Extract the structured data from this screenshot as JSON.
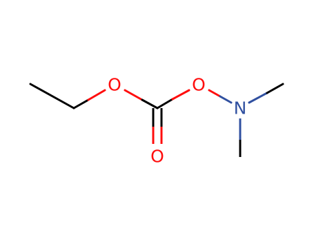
{
  "molecule": {
    "atoms": [
      {
        "id": "o1",
        "symbol": "O",
        "element": "oxygen"
      },
      {
        "id": "o2",
        "symbol": "O",
        "element": "oxygen"
      },
      {
        "id": "o3",
        "symbol": "O",
        "element": "oxygen"
      },
      {
        "id": "n1",
        "symbol": "N",
        "element": "nitrogen"
      }
    ],
    "colors": {
      "carbon": "#000000",
      "oxygen": "#ff0d0d",
      "nitrogen": "#3050a0",
      "background": "#ffffff"
    }
  }
}
